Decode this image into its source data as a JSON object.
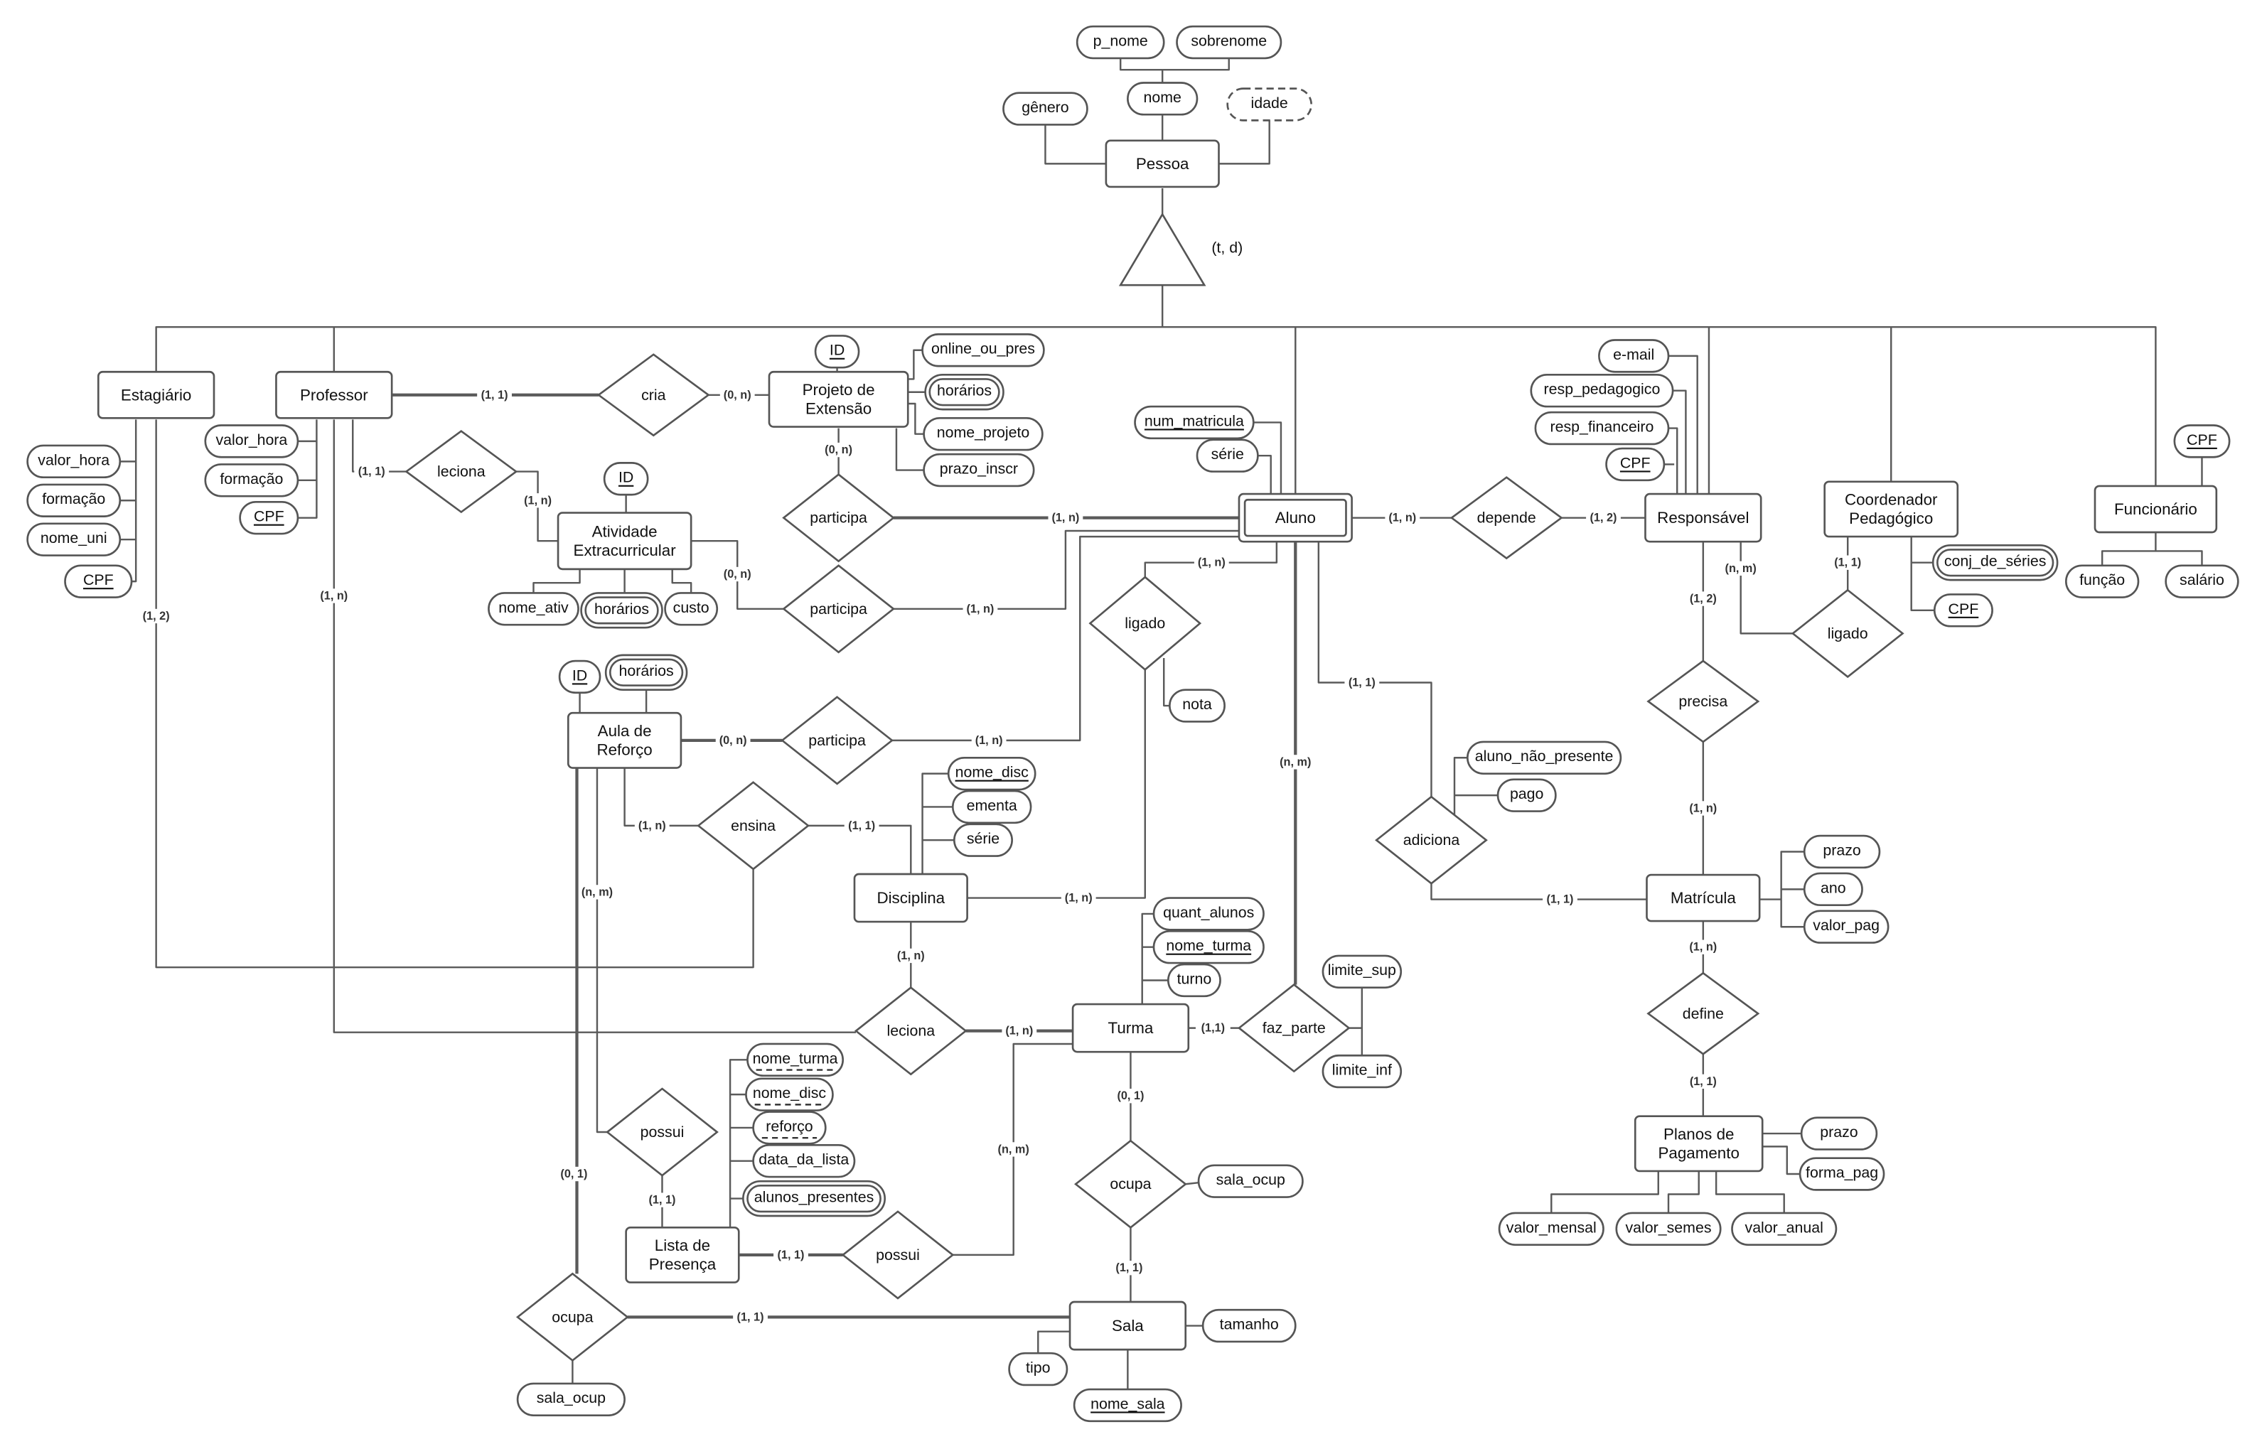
{
  "diagram": {
    "generalization": {
      "label": "(t, d)"
    }
  },
  "entities": [
    {
      "id": "pessoa",
      "lines": [
        "Pessoa"
      ]
    },
    {
      "id": "estagiario",
      "lines": [
        "Estagiário"
      ]
    },
    {
      "id": "professor",
      "lines": [
        "Professor"
      ]
    },
    {
      "id": "projeto",
      "lines": [
        "Projeto de",
        "Extensão"
      ]
    },
    {
      "id": "atividade",
      "lines": [
        "Atividade",
        "Extracurricular"
      ]
    },
    {
      "id": "aluno",
      "lines": [
        "Aluno"
      ],
      "weak": true
    },
    {
      "id": "responsavel",
      "lines": [
        "Responsável"
      ]
    },
    {
      "id": "coordenador",
      "lines": [
        "Coordenador",
        "Pedagógico"
      ]
    },
    {
      "id": "funcionario",
      "lines": [
        "Funcionário"
      ]
    },
    {
      "id": "aula",
      "lines": [
        "Aula de",
        "Reforço"
      ]
    },
    {
      "id": "disciplina",
      "lines": [
        "Disciplina"
      ]
    },
    {
      "id": "matricula",
      "lines": [
        "Matrícula"
      ]
    },
    {
      "id": "turma",
      "lines": [
        "Turma"
      ]
    },
    {
      "id": "planos",
      "lines": [
        "Planos de",
        "Pagamento"
      ]
    },
    {
      "id": "lista",
      "lines": [
        "Lista de",
        "Presença"
      ]
    },
    {
      "id": "sala",
      "lines": [
        "Sala"
      ]
    }
  ],
  "relationships": [
    {
      "id": "r_cria",
      "label": "cria"
    },
    {
      "id": "r_leciona_ativ",
      "label": "leciona"
    },
    {
      "id": "r_participa_proj",
      "label": "participa"
    },
    {
      "id": "r_participa_ativ",
      "label": "participa"
    },
    {
      "id": "r_depende",
      "label": "depende"
    },
    {
      "id": "r_ligado_disc",
      "label": "ligado"
    },
    {
      "id": "r_ligado_coord",
      "label": "ligado"
    },
    {
      "id": "r_precisa",
      "label": "precisa"
    },
    {
      "id": "r_participa_aula",
      "label": "participa"
    },
    {
      "id": "r_ensina",
      "label": "ensina"
    },
    {
      "id": "r_adiciona",
      "label": "adiciona"
    },
    {
      "id": "r_define",
      "label": "define"
    },
    {
      "id": "r_leciona_turma",
      "label": "leciona"
    },
    {
      "id": "r_faz_parte",
      "label": "faz_parte"
    },
    {
      "id": "r_possui_lista",
      "label": "possui"
    },
    {
      "id": "r_ocupa_turma",
      "label": "ocupa"
    },
    {
      "id": "r_possui_turma",
      "label": "possui"
    },
    {
      "id": "r_ocupa_aula",
      "label": "ocupa"
    }
  ],
  "attributes": [
    {
      "id": "a_p_nome",
      "label": "p_nome",
      "kind": "simple"
    },
    {
      "id": "a_sobrenome",
      "label": "sobrenome",
      "kind": "simple"
    },
    {
      "id": "a_nome",
      "label": "nome",
      "kind": "simple"
    },
    {
      "id": "a_genero",
      "label": "gênero",
      "kind": "simple"
    },
    {
      "id": "a_idade",
      "label": "idade",
      "kind": "derived"
    },
    {
      "id": "a_est_valor_hora",
      "label": "valor_hora",
      "kind": "simple"
    },
    {
      "id": "a_est_formacao",
      "label": "formação",
      "kind": "simple"
    },
    {
      "id": "a_est_nome_uni",
      "label": "nome_uni",
      "kind": "simple"
    },
    {
      "id": "a_est_cpf",
      "label": "CPF",
      "kind": "key"
    },
    {
      "id": "a_prof_valor_hora",
      "label": "valor_hora",
      "kind": "simple"
    },
    {
      "id": "a_prof_formacao",
      "label": "formação",
      "kind": "simple"
    },
    {
      "id": "a_prof_cpf",
      "label": "CPF",
      "kind": "key"
    },
    {
      "id": "a_proj_id",
      "label": "ID",
      "kind": "key"
    },
    {
      "id": "a_proj_online",
      "label": "online_ou_pres",
      "kind": "simple"
    },
    {
      "id": "a_proj_horarios",
      "label": "horários",
      "kind": "multivalued"
    },
    {
      "id": "a_proj_nome",
      "label": "nome_projeto",
      "kind": "simple"
    },
    {
      "id": "a_proj_prazo",
      "label": "prazo_inscr",
      "kind": "simple"
    },
    {
      "id": "a_ativ_id",
      "label": "ID",
      "kind": "key"
    },
    {
      "id": "a_ativ_nome",
      "label": "nome_ativ",
      "kind": "simple"
    },
    {
      "id": "a_ativ_horarios",
      "label": "horários",
      "kind": "multivalued"
    },
    {
      "id": "a_ativ_custo",
      "label": "custo",
      "kind": "simple"
    },
    {
      "id": "a_aluno_num",
      "label": "num_matricula",
      "kind": "key"
    },
    {
      "id": "a_aluno_serie",
      "label": "série",
      "kind": "simple"
    },
    {
      "id": "a_resp_email",
      "label": "e-mail",
      "kind": "simple"
    },
    {
      "id": "a_resp_ped",
      "label": "resp_pedagogico",
      "kind": "simple"
    },
    {
      "id": "a_resp_fin",
      "label": "resp_financeiro",
      "kind": "simple"
    },
    {
      "id": "a_resp_cpf",
      "label": "CPF",
      "kind": "key"
    },
    {
      "id": "a_func_cpf",
      "label": "CPF",
      "kind": "key"
    },
    {
      "id": "a_func_funcao",
      "label": "função",
      "kind": "simple"
    },
    {
      "id": "a_func_salario",
      "label": "salário",
      "kind": "simple"
    },
    {
      "id": "a_coord_series",
      "label": "conj_de_séries",
      "kind": "multivalued"
    },
    {
      "id": "a_coord_cpf",
      "label": "CPF",
      "kind": "key"
    },
    {
      "id": "a_nota",
      "label": "nota",
      "kind": "simple"
    },
    {
      "id": "a_aula_id",
      "label": "ID",
      "kind": "key"
    },
    {
      "id": "a_aula_horarios",
      "label": "horários",
      "kind": "multivalued"
    },
    {
      "id": "a_disc_nome",
      "label": "nome_disc",
      "kind": "key"
    },
    {
      "id": "a_disc_ementa",
      "label": "ementa",
      "kind": "simple"
    },
    {
      "id": "a_disc_serie",
      "label": "série",
      "kind": "simple"
    },
    {
      "id": "a_adic_nao_presente",
      "label": "aluno_não_presente",
      "kind": "simple"
    },
    {
      "id": "a_adic_pago",
      "label": "pago",
      "kind": "simple"
    },
    {
      "id": "a_mat_prazo",
      "label": "prazo",
      "kind": "simple"
    },
    {
      "id": "a_mat_ano",
      "label": "ano",
      "kind": "simple"
    },
    {
      "id": "a_mat_valor",
      "label": "valor_pag",
      "kind": "simple"
    },
    {
      "id": "a_turma_quant",
      "label": "quant_alunos",
      "kind": "simple"
    },
    {
      "id": "a_turma_nome",
      "label": "nome_turma",
      "kind": "key"
    },
    {
      "id": "a_turma_turno",
      "label": "turno",
      "kind": "simple"
    },
    {
      "id": "a_lim_sup",
      "label": "limite_sup",
      "kind": "simple"
    },
    {
      "id": "a_lim_inf",
      "label": "limite_inf",
      "kind": "simple"
    },
    {
      "id": "a_lista_turma",
      "label": "nome_turma",
      "kind": "partial_key"
    },
    {
      "id": "a_lista_disc",
      "label": "nome_disc",
      "kind": "partial_key"
    },
    {
      "id": "a_lista_reforco",
      "label": "reforço",
      "kind": "partial_key"
    },
    {
      "id": "a_lista_data",
      "label": "data_da_lista",
      "kind": "simple"
    },
    {
      "id": "a_lista_alunos",
      "label": "alunos_presentes",
      "kind": "multivalued"
    },
    {
      "id": "a_ocupa_sala_ocup",
      "label": "sala_ocup",
      "kind": "simple"
    },
    {
      "id": "a_planos_prazo",
      "label": "prazo",
      "kind": "simple"
    },
    {
      "id": "a_planos_forma",
      "label": "forma_pag",
      "kind": "simple"
    },
    {
      "id": "a_planos_mensal",
      "label": "valor_mensal",
      "kind": "simple"
    },
    {
      "id": "a_planos_semes",
      "label": "valor_semes",
      "kind": "simple"
    },
    {
      "id": "a_planos_anual",
      "label": "valor_anual",
      "kind": "simple"
    },
    {
      "id": "a_ocupa2_sala_ocup",
      "label": "sala_ocup",
      "kind": "simple"
    },
    {
      "id": "a_sala_tamanho",
      "label": "tamanho",
      "kind": "simple"
    },
    {
      "id": "a_sala_tipo",
      "label": "tipo",
      "kind": "simple"
    },
    {
      "id": "a_sala_nome",
      "label": "nome_sala",
      "kind": "key"
    }
  ],
  "cardinalities": [
    {
      "id": "c1",
      "text": "(1, 1)"
    },
    {
      "id": "c2",
      "text": "(0, n)"
    },
    {
      "id": "c3",
      "text": "(1, 1)"
    },
    {
      "id": "c4",
      "text": "(1, n)"
    },
    {
      "id": "c5",
      "text": "(1, 2)"
    },
    {
      "id": "c6",
      "text": "(1, n)"
    },
    {
      "id": "c7",
      "text": "(0, n)"
    },
    {
      "id": "c8",
      "text": "(1, n)"
    },
    {
      "id": "c9",
      "text": "(0, n)"
    },
    {
      "id": "c10",
      "text": "(1, n)"
    },
    {
      "id": "c11",
      "text": "(1, n)"
    },
    {
      "id": "c12",
      "text": "(1, 2)"
    },
    {
      "id": "c13",
      "text": "(1, n)"
    },
    {
      "id": "c14",
      "text": "(1, 2)"
    },
    {
      "id": "c15",
      "text": "(n, m)"
    },
    {
      "id": "c16",
      "text": "(1, 1)"
    },
    {
      "id": "c17",
      "text": "(0, n)"
    },
    {
      "id": "c18",
      "text": "(1, n)"
    },
    {
      "id": "c19",
      "text": "(1, n)"
    },
    {
      "id": "c20",
      "text": "(1, 1)"
    },
    {
      "id": "c21",
      "text": "(1, n)"
    },
    {
      "id": "c22",
      "text": "(1, 1)"
    },
    {
      "id": "c23",
      "text": "(n, m)"
    },
    {
      "id": "c24",
      "text": "(1, 1)"
    },
    {
      "id": "c25",
      "text": "(1, n)"
    },
    {
      "id": "c26",
      "text": "(n, m)"
    },
    {
      "id": "c27",
      "text": "(1, n)"
    },
    {
      "id": "c28",
      "text": "(1, n)"
    },
    {
      "id": "c29",
      "text": "(1,1)"
    },
    {
      "id": "c30",
      "text": "(1, n)"
    },
    {
      "id": "c31",
      "text": "(1, 1)"
    },
    {
      "id": "c32",
      "text": "(0, 1)"
    },
    {
      "id": "c33",
      "text": "(1, 1)"
    },
    {
      "id": "c34",
      "text": "(0, 1)"
    },
    {
      "id": "c35",
      "text": "(1, 1)"
    },
    {
      "id": "c36",
      "text": "(n, m)"
    },
    {
      "id": "c37",
      "text": "(1, 1)"
    },
    {
      "id": "c38",
      "text": "(1, 1)"
    }
  ]
}
